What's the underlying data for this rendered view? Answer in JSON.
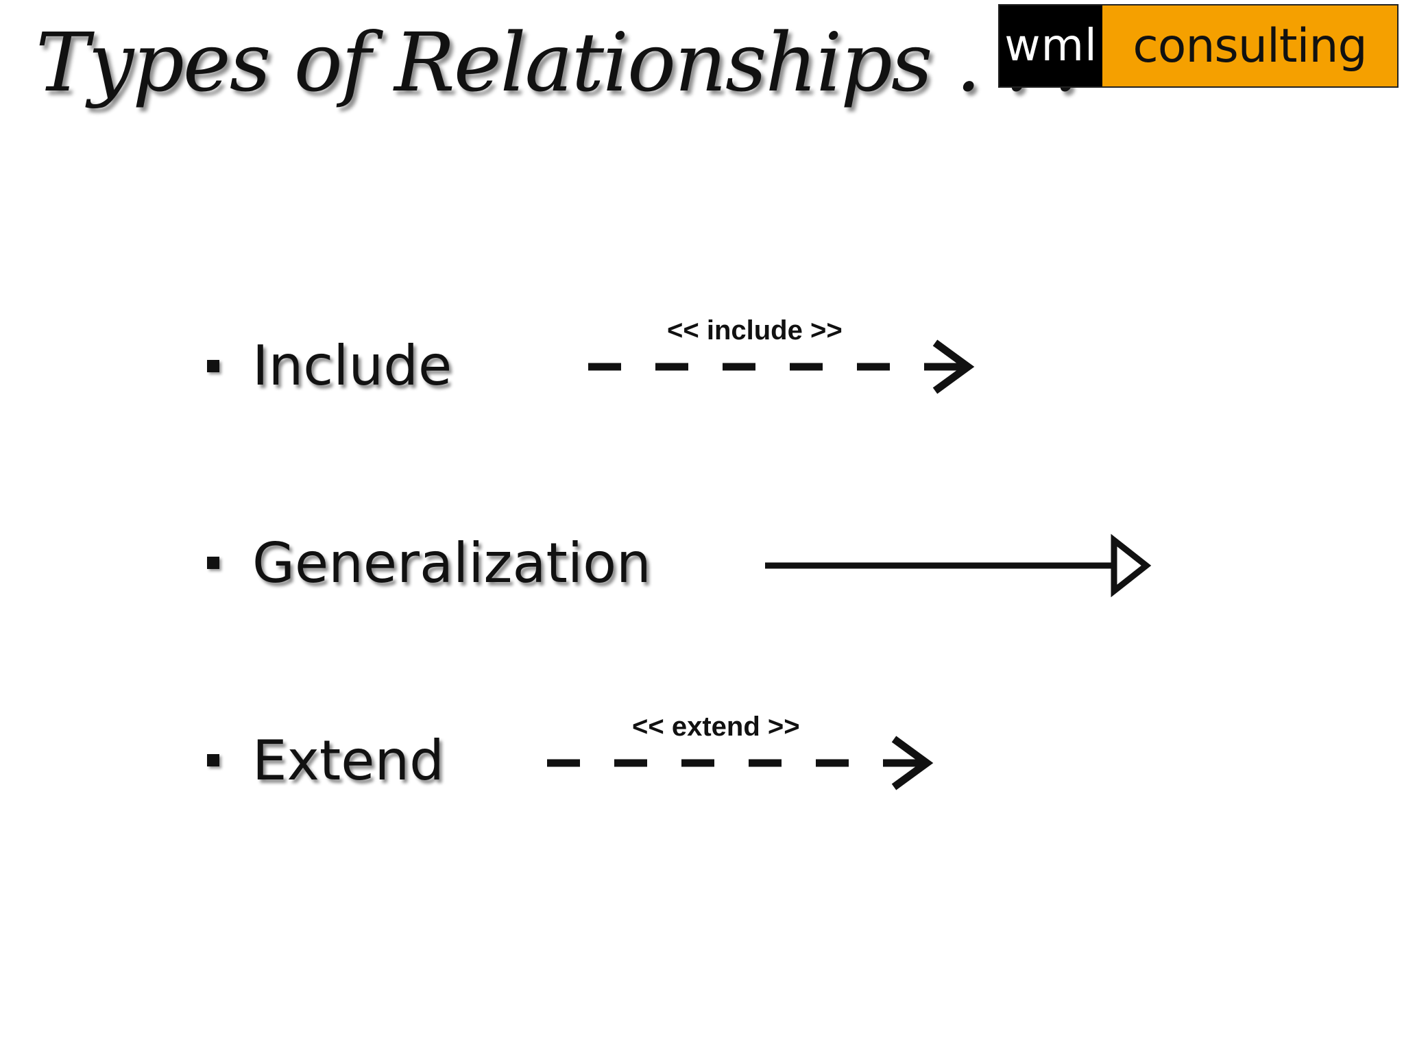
{
  "slide": {
    "title": "Types of Relationships . . .",
    "logo": {
      "left_text": "wml",
      "right_text": "consulting",
      "left_bg": "#000000",
      "right_bg": "#f5a000"
    },
    "relationships": [
      {
        "label": "Include",
        "stereotype": "<< include >>",
        "line_style": "dashed",
        "arrowhead": "open"
      },
      {
        "label": "Generalization",
        "stereotype": "",
        "line_style": "solid",
        "arrowhead": "hollow-triangle"
      },
      {
        "label": "Extend",
        "stereotype": "<< extend >>",
        "line_style": "dashed",
        "arrowhead": "open"
      }
    ]
  }
}
